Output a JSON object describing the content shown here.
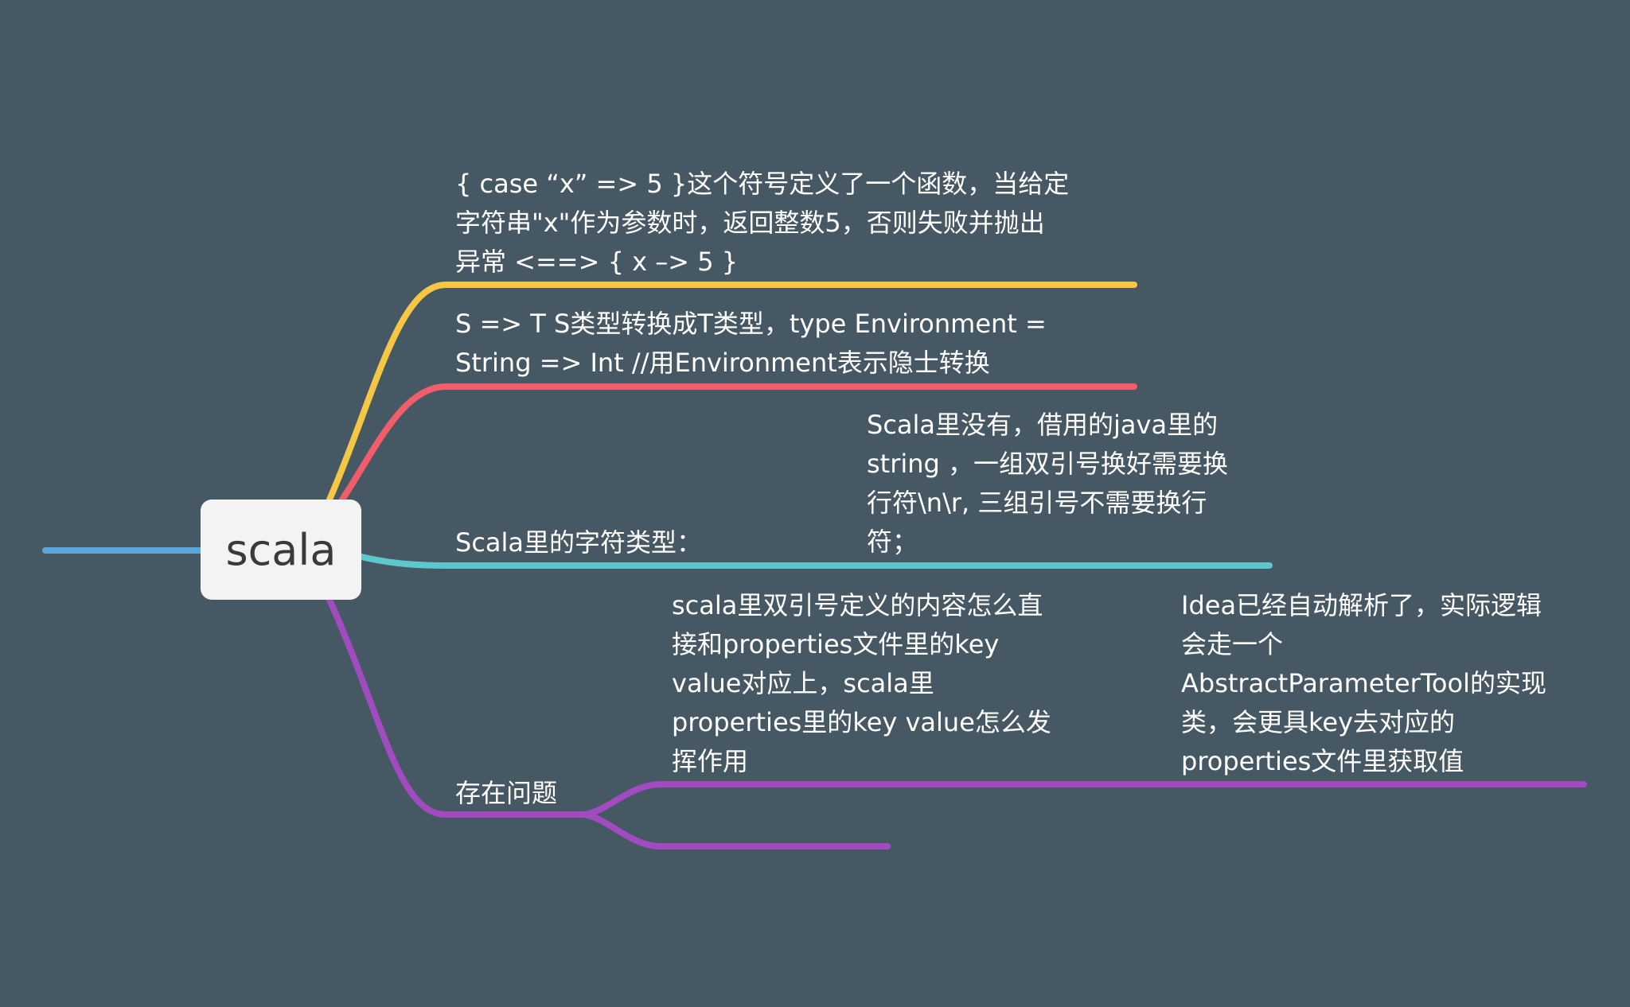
{
  "root": {
    "label": "scala"
  },
  "colors": {
    "background": "#465863",
    "root_fill": "#f3f3f3",
    "left_branch": "#5aa6dc",
    "branch_1": "#f6c744",
    "branch_2": "#f25d6b",
    "branch_3": "#5dc7cb",
    "branch_4": "#a24bc0"
  },
  "topics": [
    {
      "lines": [
        "{ case “x” => 5 }这个符号定义了一个函数，当给定",
        "字符串\"x\"作为参数时，返回整数5，否则失败并抛出",
        "异常 <==> { x –> 5 }"
      ]
    },
    {
      "lines": [
        "S => T S类型转换成T类型，type Environment =",
        "String => Int   //用Environment表示隐士转换"
      ]
    },
    {
      "lines": [
        "Scala里的字符类型："
      ],
      "children": [
        {
          "lines": [
            "Scala里没有，借用的java里的",
            "string ，一组双引号换好需要换",
            "行符\\n\\r, 三组引号不需要换行",
            "符；"
          ]
        }
      ]
    },
    {
      "lines": [
        "存在问题"
      ],
      "children": [
        {
          "lines": [
            "scala里双引号定义的内容怎么直",
            "接和properties文件里的key",
            "value对应上，scala里",
            "properties里的key value怎么发",
            "挥作用"
          ],
          "children": [
            {
              "lines": [
                "Idea已经自动解析了，实际逻辑",
                "会走一个",
                "AbstractParameterTool的实现",
                "类，会更具key去对应的",
                "properties文件里获取值"
              ]
            }
          ]
        },
        {
          "lines": []
        }
      ]
    }
  ]
}
